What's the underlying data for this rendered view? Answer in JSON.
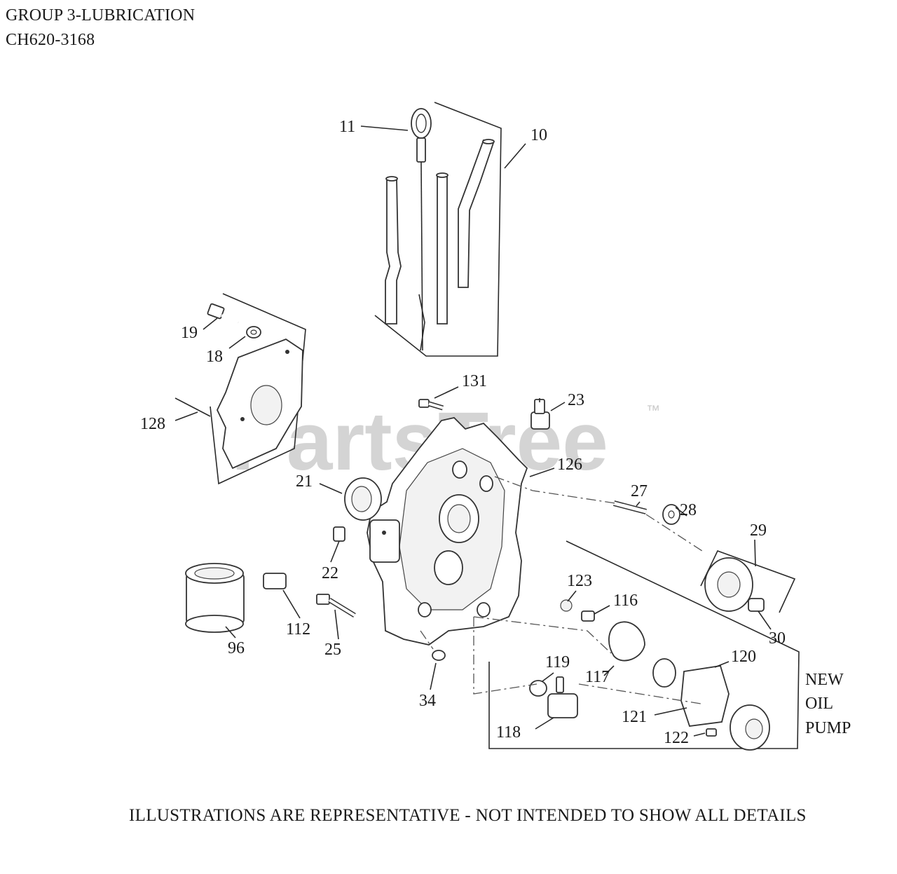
{
  "header": {
    "title": "GROUP 3-LUBRICATION",
    "model": "CH620-3168"
  },
  "watermark": {
    "text": "PartsTree",
    "trademark": "™"
  },
  "callouts": {
    "c11": "11",
    "c10": "10",
    "c19": "19",
    "c18": "18",
    "c128": "128",
    "c131": "131",
    "c23": "23",
    "c126": "126",
    "c21": "21",
    "c22": "22",
    "c27": "27",
    "c28": "28",
    "c29": "29",
    "c30": "30",
    "c96": "96",
    "c112": "112",
    "c25": "25",
    "c34": "34",
    "c123": "123",
    "c116": "116",
    "c119": "119",
    "c117": "117",
    "c120": "120",
    "c121": "121",
    "c118": "118",
    "c122": "122"
  },
  "new_pump_note": {
    "line1": "NEW",
    "line2": "OIL",
    "line3": "PUMP"
  },
  "footer": "ILLUSTRATIONS ARE REPRESENTATIVE - NOT INTENDED TO SHOW ALL DETAILS"
}
